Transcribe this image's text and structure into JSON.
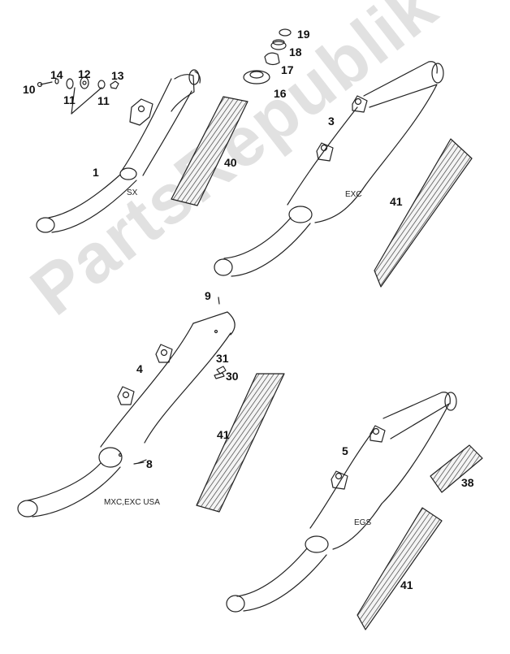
{
  "watermark": "PartsRepublik",
  "variants": {
    "sx": "SX",
    "exc": "EXC",
    "mxc_exc_usa": "MXC,EXC USA",
    "egs": "EGS"
  },
  "callouts": {
    "p1": "1",
    "p3": "3",
    "p4": "4",
    "p5": "5",
    "p8": "8",
    "p9": "9",
    "p10": "10",
    "p11a": "11",
    "p11b": "11",
    "p12": "12",
    "p13": "13",
    "p14": "14",
    "p16": "16",
    "p17": "17",
    "p18": "18",
    "p19": "19",
    "p30": "30",
    "p31": "31",
    "p38": "38",
    "p40": "40",
    "p41a": "41",
    "p41b": "41",
    "p41c": "41"
  },
  "colors": {
    "line": "#222222",
    "watermark": "#c8c8c8"
  }
}
